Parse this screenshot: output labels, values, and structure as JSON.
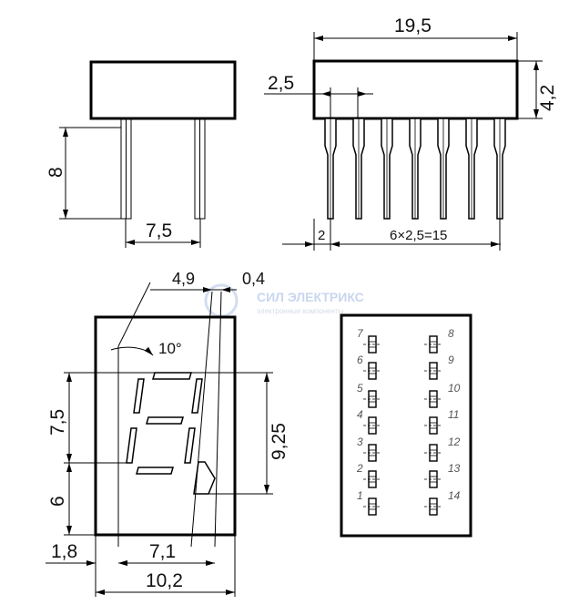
{
  "watermark": {
    "brand": "СИЛ ЭЛЕКТРИКС",
    "tagline": "электронные компоненты"
  },
  "side_view": {
    "pin_length": "8",
    "pin_spacing": "7,5"
  },
  "front_view": {
    "width": "19,5",
    "height": "4,2",
    "pitch": "2,5",
    "first_offset": "2",
    "pin_span": "6×2,5=15"
  },
  "face_view": {
    "digit_width": "4,9",
    "point_offset": "0,4",
    "slant": "10°",
    "upper_height": "7,5",
    "lower_height": "6",
    "digit_height": "9,25",
    "left_margin": "1,8",
    "digit_span": "7,1",
    "total_width": "10,2"
  },
  "pinout": {
    "left_pins": [
      "7",
      "6",
      "5",
      "4",
      "3",
      "2",
      "1"
    ],
    "right_pins": [
      "8",
      "9",
      "10",
      "11",
      "12",
      "13",
      "14"
    ]
  }
}
